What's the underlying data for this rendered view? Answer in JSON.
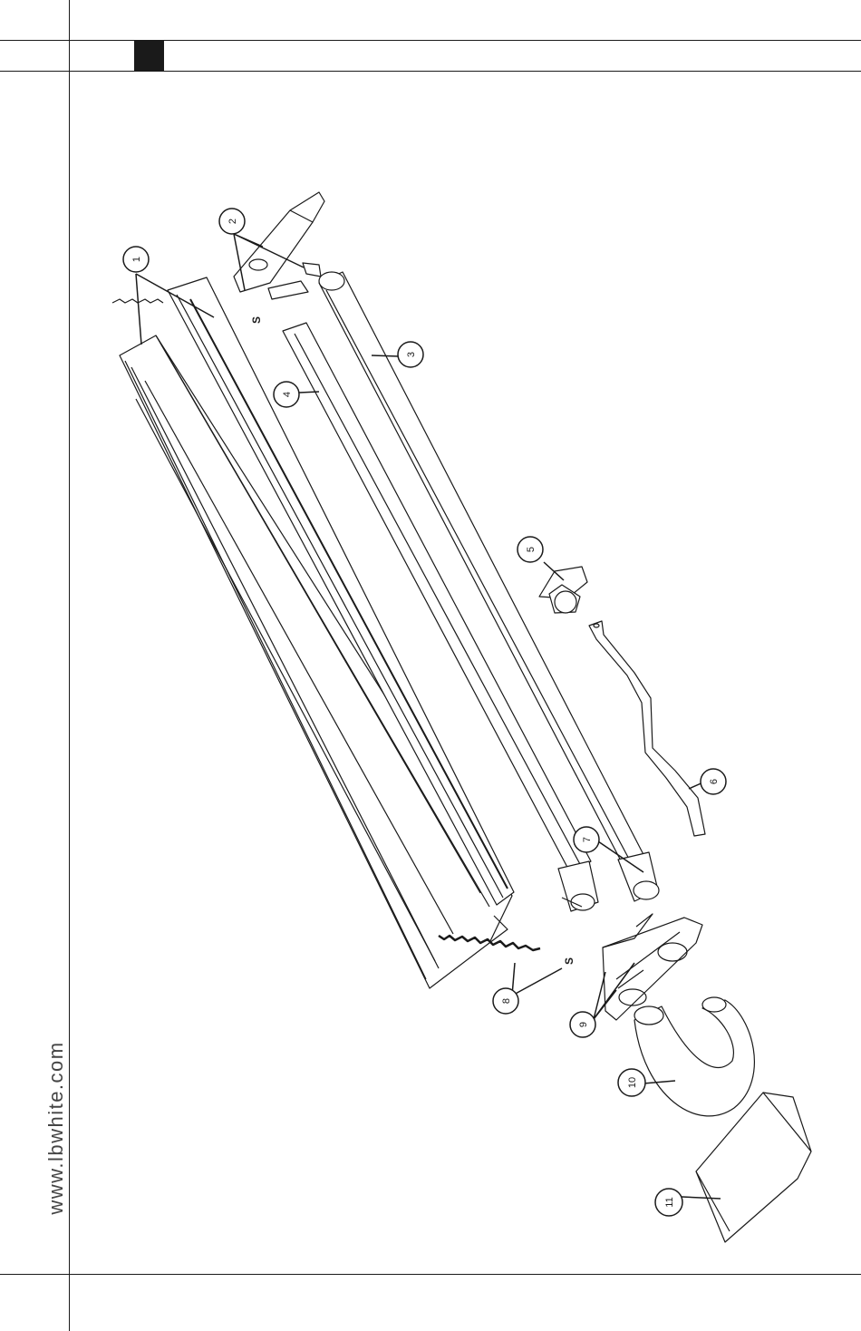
{
  "website": "www.lbwhite.com",
  "callouts": [
    "1",
    "2",
    "3",
    "4",
    "5",
    "6",
    "7",
    "8",
    "9",
    "10",
    "11"
  ],
  "s_marks": [
    "S",
    "S"
  ]
}
